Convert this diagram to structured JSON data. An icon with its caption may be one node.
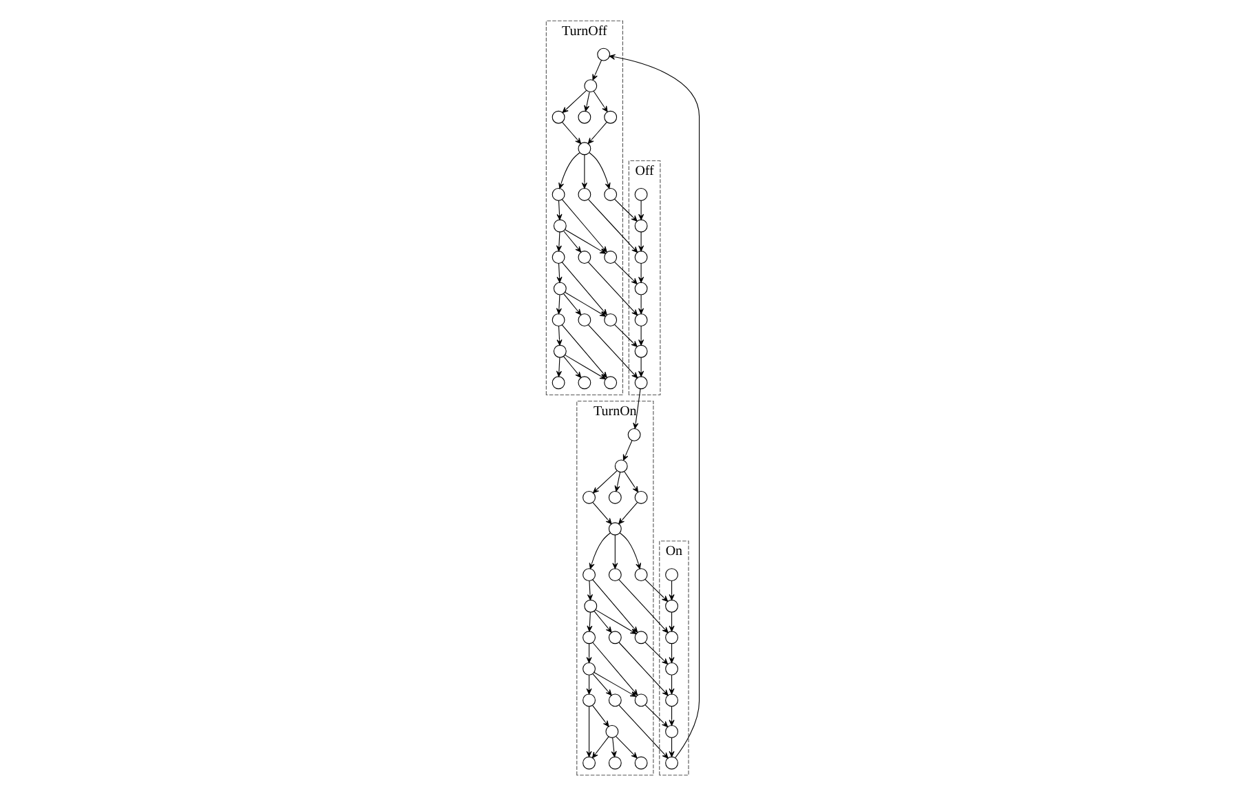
{
  "diagram": {
    "nodes": [
      {
        "text": [
          "TurnOff"
        ]
      },
      {
        "text": [],
        "shape": "circle",
        "in": 0
      },
      {
        "text": [],
        "shape": "circle",
        "in": 0
      },
      {
        "text": [],
        "shape": "circle",
        "in": 0
      },
      {
        "text": [],
        "shape": "circle",
        "in": 0
      },
      {
        "text": [],
        "shape": "circle",
        "in": 0
      },
      {
        "text": [],
        "shape": "circle",
        "in": 0
      },
      {
        "text": [],
        "shape": "circle",
        "in": 0
      },
      {
        "text": [],
        "shape": "circle",
        "in": 0
      },
      {
        "text": [],
        "shape": "circle",
        "in": 0
      },
      {
        "text": [],
        "shape": "circle",
        "in": 0
      },
      {
        "text": [],
        "shape": "circle",
        "in": 0
      },
      {
        "text": [],
        "shape": "circle",
        "in": 0
      },
      {
        "text": [],
        "shape": "circle",
        "in": 0
      },
      {
        "text": [],
        "shape": "circle",
        "in": 0
      },
      {
        "text": [],
        "shape": "circle",
        "in": 0
      },
      {
        "text": [],
        "shape": "circle",
        "in": 0
      },
      {
        "text": [],
        "shape": "circle",
        "in": 0
      },
      {
        "text": [],
        "shape": "circle",
        "in": 0
      },
      {
        "text": [],
        "shape": "circle",
        "in": 0
      },
      {
        "text": [],
        "shape": "circle",
        "in": 0
      },
      {
        "text": [],
        "shape": "circle",
        "in": 0
      },
      {
        "text": [
          "Off"
        ]
      },
      {
        "text": [],
        "shape": "circle",
        "in": 22
      },
      {
        "text": [],
        "shape": "circle",
        "in": 22
      },
      {
        "text": [],
        "shape": "circle",
        "in": 22
      },
      {
        "text": [],
        "shape": "circle",
        "in": 22
      },
      {
        "text": [],
        "shape": "circle",
        "in": 22
      },
      {
        "text": [],
        "shape": "circle",
        "in": 22
      },
      {
        "text": [],
        "shape": "circle",
        "in": 22
      },
      {
        "text": [
          "TurnOn"
        ]
      },
      {
        "text": [],
        "shape": "circle",
        "in": 30
      },
      {
        "text": [],
        "shape": "circle",
        "in": 30
      },
      {
        "text": [],
        "shape": "circle",
        "in": 30
      },
      {
        "text": [],
        "shape": "circle",
        "in": 30
      },
      {
        "text": [],
        "shape": "circle",
        "in": 30
      },
      {
        "text": [],
        "shape": "circle",
        "in": 30
      },
      {
        "text": [],
        "shape": "circle",
        "in": 30
      },
      {
        "text": [],
        "shape": "circle",
        "in": 30
      },
      {
        "text": [],
        "shape": "circle",
        "in": 30
      },
      {
        "text": [],
        "shape": "circle",
        "in": 30
      },
      {
        "text": [],
        "shape": "circle",
        "in": 30
      },
      {
        "text": [],
        "shape": "circle",
        "in": 30
      },
      {
        "text": [],
        "shape": "circle",
        "in": 30
      },
      {
        "text": [],
        "shape": "circle",
        "in": 30
      },
      {
        "text": [],
        "shape": "circle",
        "in": 30
      },
      {
        "text": [],
        "shape": "circle",
        "in": 30
      },
      {
        "text": [],
        "shape": "circle",
        "in": 30
      },
      {
        "text": [],
        "shape": "circle",
        "in": 30
      },
      {
        "text": [],
        "shape": "circle",
        "in": 30
      },
      {
        "text": [],
        "shape": "circle",
        "in": 30
      },
      {
        "text": [],
        "shape": "circle",
        "in": 30
      },
      {
        "text": [
          "On"
        ]
      },
      {
        "text": [],
        "shape": "circle",
        "in": 52
      },
      {
        "text": [],
        "shape": "circle",
        "in": 52
      },
      {
        "text": [],
        "shape": "circle",
        "in": 52
      },
      {
        "text": [],
        "shape": "circle",
        "in": 52
      },
      {
        "text": [],
        "shape": "circle",
        "in": 52
      },
      {
        "text": [],
        "shape": "circle",
        "in": 52
      },
      {
        "text": [],
        "shape": "circle",
        "in": 52
      }
    ],
    "edges": [
      {
        "from": 1,
        "to": 2,
        "arrow": "to"
      },
      {
        "from": 2,
        "to": 3,
        "arrow": "to"
      },
      {
        "from": 3,
        "to": 4,
        "arrow": "to"
      },
      {
        "from": 4,
        "to": 5,
        "arrow": "to"
      },
      {
        "from": 5,
        "to": 6,
        "arrow": "to"
      },
      {
        "from": 6,
        "to": 7,
        "arrow": "to"
      },
      {
        "from": 7,
        "to": 8,
        "arrow": "to"
      },
      {
        "from": 8,
        "to": 9,
        "arrow": "to"
      },
      {
        "from": 9,
        "to": 10,
        "arrow": "to"
      },
      {
        "from": 10,
        "to": 11,
        "arrow": "to"
      },
      {
        "from": 2,
        "to": 12,
        "arrow": "to"
      },
      {
        "from": 2,
        "to": 13,
        "arrow": "to"
      },
      {
        "from": 13,
        "to": 4,
        "arrow": "to"
      },
      {
        "from": 4,
        "to": 14,
        "arrow": "to"
      },
      {
        "from": 4,
        "to": 15,
        "arrow": "to"
      },
      {
        "from": 5,
        "to": 16,
        "arrow": "to"
      },
      {
        "from": 6,
        "to": 16,
        "arrow": "to"
      },
      {
        "from": 6,
        "to": 17,
        "arrow": "to"
      },
      {
        "from": 7,
        "to": 18,
        "arrow": "to"
      },
      {
        "from": 8,
        "to": 18,
        "arrow": "to"
      },
      {
        "from": 8,
        "to": 19,
        "arrow": "to"
      },
      {
        "from": 9,
        "to": 20,
        "arrow": "to"
      },
      {
        "from": 10,
        "to": 20,
        "arrow": "to"
      },
      {
        "from": 10,
        "to": 21,
        "arrow": "to"
      },
      {
        "from": 14,
        "to": 24,
        "arrow": "to"
      },
      {
        "from": 15,
        "to": 25,
        "arrow": "to"
      },
      {
        "from": 16,
        "to": 26,
        "arrow": "to"
      },
      {
        "from": 17,
        "to": 27,
        "arrow": "to"
      },
      {
        "from": 18,
        "to": 28,
        "arrow": "to"
      },
      {
        "from": 19,
        "to": 29,
        "arrow": "to"
      },
      {
        "from": 23,
        "to": 24,
        "arrow": "to"
      },
      {
        "from": 24,
        "to": 25,
        "arrow": "to"
      },
      {
        "from": 25,
        "to": 26,
        "arrow": "to"
      },
      {
        "from": 26,
        "to": 27,
        "arrow": "to"
      },
      {
        "from": 27,
        "to": 28,
        "arrow": "to"
      },
      {
        "from": 28,
        "to": 29,
        "arrow": "to"
      },
      {
        "from": 29,
        "to": 51,
        "arrow": "to"
      },
      {
        "from": 51,
        "to": 50,
        "arrow": "to"
      },
      {
        "from": 50,
        "to": 49,
        "arrow": "to"
      },
      {
        "from": 49,
        "to": 48,
        "arrow": "to"
      },
      {
        "from": 48,
        "to": 47,
        "arrow": "to"
      },
      {
        "from": 47,
        "to": 46,
        "arrow": "to"
      },
      {
        "from": 46,
        "to": 45,
        "arrow": "to"
      },
      {
        "from": 45,
        "to": 44,
        "arrow": "to"
      },
      {
        "from": 44,
        "to": 43,
        "arrow": "to"
      },
      {
        "from": 43,
        "to": 42,
        "arrow": "to"
      },
      {
        "from": 42,
        "to": 41,
        "arrow": "to"
      },
      {
        "from": 42,
        "to": 31,
        "arrow": "to"
      },
      {
        "from": 42,
        "to": 32,
        "arrow": "to"
      },
      {
        "from": 43,
        "to": 32,
        "arrow": "to"
      },
      {
        "from": 44,
        "to": 33,
        "arrow": "to"
      },
      {
        "from": 44,
        "to": 34,
        "arrow": "to"
      },
      {
        "from": 45,
        "to": 34,
        "arrow": "to"
      },
      {
        "from": 46,
        "to": 35,
        "arrow": "to"
      },
      {
        "from": 46,
        "to": 36,
        "arrow": "to"
      },
      {
        "from": 47,
        "to": 36,
        "arrow": "to"
      },
      {
        "from": 48,
        "to": 37,
        "arrow": "to"
      },
      {
        "from": 48,
        "to": 38,
        "arrow": "to"
      },
      {
        "from": 39,
        "to": 48,
        "arrow": "to"
      },
      {
        "from": 50,
        "to": 39,
        "arrow": "to"
      },
      {
        "from": 50,
        "to": 40,
        "arrow": "to"
      },
      {
        "from": 33,
        "to": 53,
        "arrow": "to"
      },
      {
        "from": 34,
        "to": 54,
        "arrow": "to"
      },
      {
        "from": 35,
        "to": 55,
        "arrow": "to"
      },
      {
        "from": 36,
        "to": 56,
        "arrow": "to"
      },
      {
        "from": 37,
        "to": 57,
        "arrow": "to"
      },
      {
        "from": 38,
        "to": 58,
        "arrow": "to"
      },
      {
        "from": 59,
        "to": 58,
        "arrow": "to"
      },
      {
        "from": 58,
        "to": 57,
        "arrow": "to"
      },
      {
        "from": 57,
        "to": 56,
        "arrow": "to"
      },
      {
        "from": 56,
        "to": 55,
        "arrow": "to"
      },
      {
        "from": 55,
        "to": 54,
        "arrow": "to"
      },
      {
        "from": 54,
        "to": 53,
        "arrow": "to"
      },
      {
        "from": 53,
        "to": 1,
        "arrow": "to"
      }
    ]
  }
}
